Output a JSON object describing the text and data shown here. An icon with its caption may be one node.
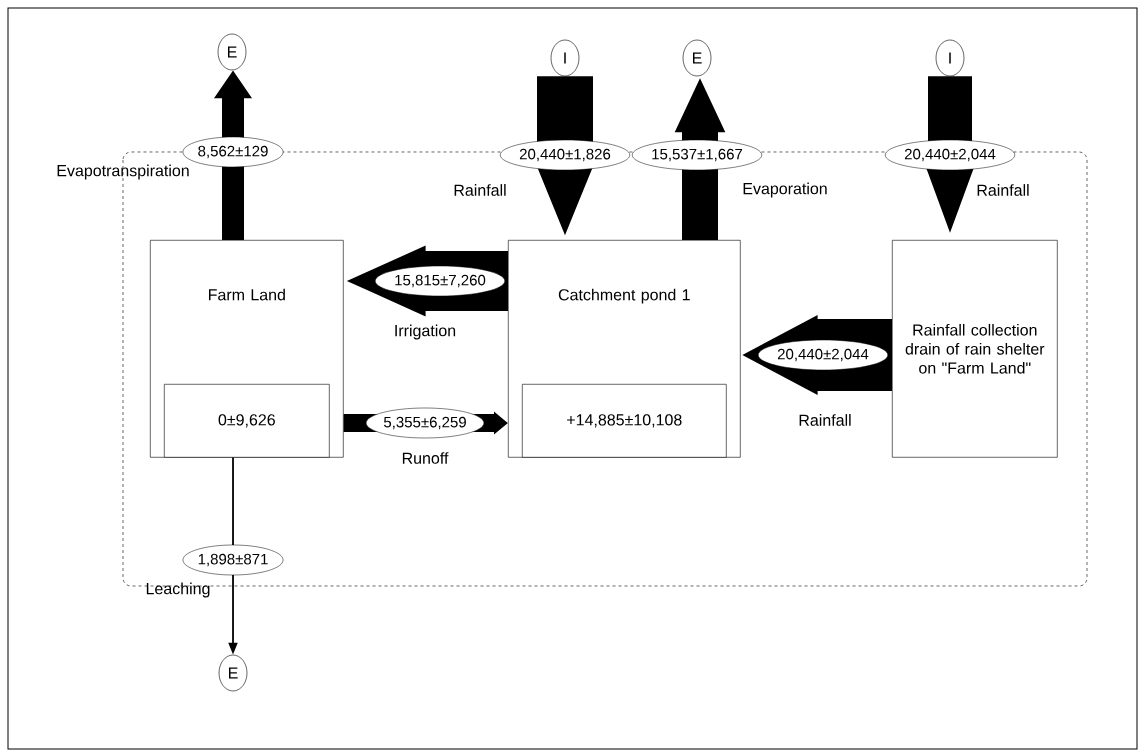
{
  "diagram": {
    "nodes": [
      {
        "text": [
          "E"
        ]
      },
      {
        "text": [
          "I"
        ]
      },
      {
        "text": [
          "E"
        ]
      },
      {
        "text": [
          "I"
        ]
      },
      {
        "text": [
          "Farm Land"
        ]
      },
      {
        "text": [
          "0±9,626"
        ],
        "in": 4
      },
      {
        "text": [
          "Catchment pond 1"
        ]
      },
      {
        "text": [
          "+14,885±10,108"
        ],
        "in": 6
      },
      {
        "text": [
          "Rainfall collection drain of rain shelter on \"Farm Land\""
        ]
      },
      {
        "text": [
          "E"
        ]
      }
    ],
    "edges": [
      {
        "from": 4,
        "to": 0,
        "arrow": "to",
        "label": "8,562±129"
      },
      {
        "from": 1,
        "to": 6,
        "arrow": "to",
        "label": "20,440±1,826"
      },
      {
        "from": 6,
        "to": 2,
        "arrow": "to",
        "label": "15,537±1,667"
      },
      {
        "from": 3,
        "to": 8,
        "arrow": "to",
        "label": "20,440±2,044"
      },
      {
        "from": 6,
        "to": 4,
        "arrow": "to",
        "label": "15,815±7,260"
      },
      {
        "from": 8,
        "to": 6,
        "arrow": "to",
        "label": "20,440±2,044",
        "style": "thick"
      },
      {
        "from": 4,
        "to": 6,
        "arrow": "to",
        "label": "5,355±6,259"
      },
      {
        "from": 4,
        "to": 9,
        "arrow": "to",
        "label": "1,898±871"
      }
    ],
    "labels": [
      "Evapotranspiration",
      "Rainfall",
      "Evaporation",
      "Rainfall",
      "Irrigation",
      "Rainfall",
      "Runoff",
      "Leaching"
    ]
  }
}
